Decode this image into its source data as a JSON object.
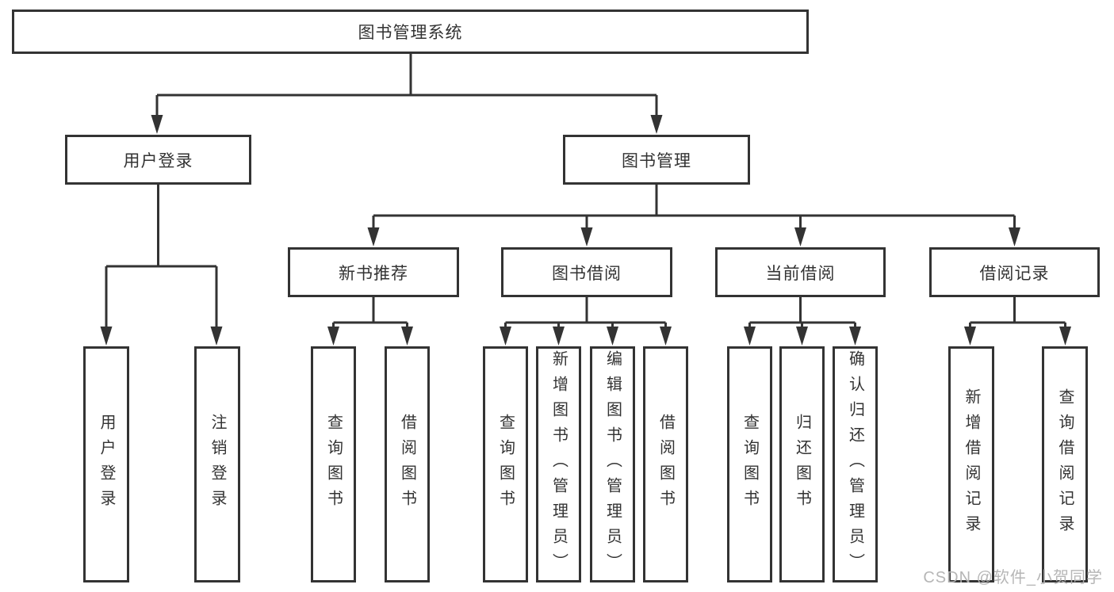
{
  "diagram": {
    "type": "hierarchy-tree",
    "colors": {
      "line": "#333333",
      "text": "#333333",
      "box_background": "#ffffff",
      "watermark": "#b2b2b2"
    },
    "watermark": "CSDN @软件_小贺同学",
    "tree": {
      "label": "图书管理系统",
      "children": [
        {
          "label": "用户登录",
          "children": [
            {
              "label": "用户登录"
            },
            {
              "label": "注销登录"
            }
          ]
        },
        {
          "label": "图书管理",
          "children": [
            {
              "label": "新书推荐",
              "children": [
                {
                  "label": "查询图书"
                },
                {
                  "label": "借阅图书"
                }
              ]
            },
            {
              "label": "图书借阅",
              "children": [
                {
                  "label": "查询图书"
                },
                {
                  "label": "新增图书（管理员）"
                },
                {
                  "label": "编辑图书（管理员）"
                },
                {
                  "label": "借阅图书"
                }
              ]
            },
            {
              "label": "当前借阅",
              "children": [
                {
                  "label": "查询图书"
                },
                {
                  "label": "归还图书"
                },
                {
                  "label": "确认归还（管理员）"
                }
              ]
            },
            {
              "label": "借阅记录",
              "children": [
                {
                  "label": "新增借阅记录"
                },
                {
                  "label": "查询借阅记录"
                }
              ]
            }
          ]
        }
      ]
    }
  }
}
